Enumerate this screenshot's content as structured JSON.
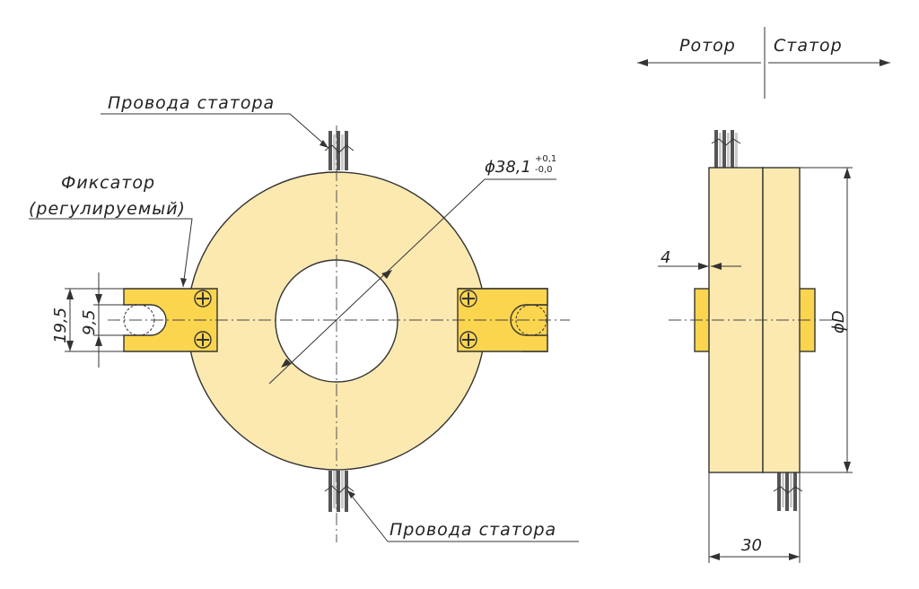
{
  "labels": {
    "stator_wires_top": "Провода статора",
    "stator_wires_bottom": "Провода статора",
    "fixator_line1": "Фиксатор",
    "fixator_line2": "(регулируемый)",
    "rotor": "Ротор",
    "stator": "Статор"
  },
  "dimensions": {
    "inner_diameter": "ϕ38,1",
    "inner_diameter_tol_upper": "+0,1",
    "inner_diameter_tol_lower": "-0,0",
    "plate_height": "19,5",
    "slot_height": "9,5",
    "side_offset": "4",
    "outer_diameter": "ϕD",
    "width": "30"
  },
  "colors": {
    "body": "#fbe9b0",
    "fixator_plate": "#fcd54e",
    "line": "#333333"
  }
}
